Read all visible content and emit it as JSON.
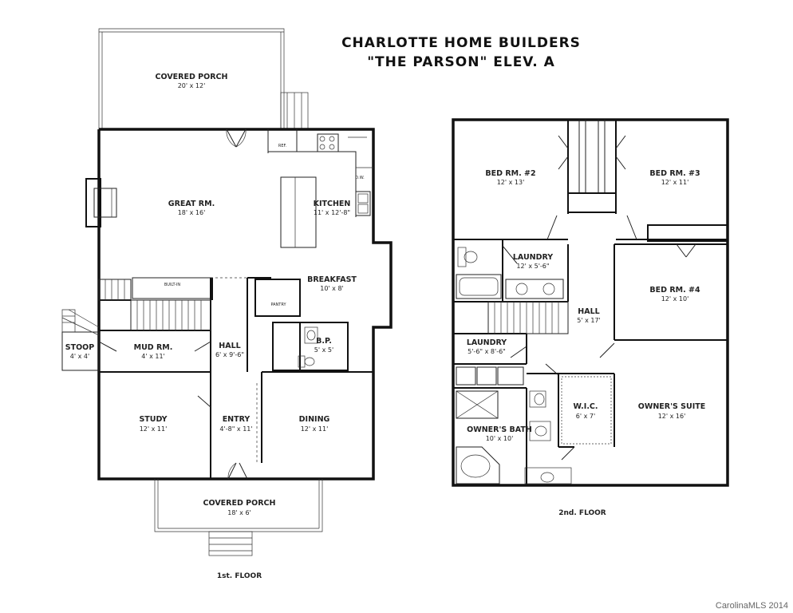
{
  "title": {
    "line1": "CHARLOTTE HOME BUILDERS",
    "line2": "\"THE PARSON\" ELEV. A"
  },
  "first_floor": {
    "label": "1st. FLOOR",
    "rooms": {
      "covered_porch_rear": {
        "name": "COVERED PORCH",
        "dims": "20' x 12'"
      },
      "great_room": {
        "name": "GREAT RM.",
        "dims": "18' x 16'"
      },
      "kitchen": {
        "name": "KITCHEN",
        "dims": "11' x 12'-8\""
      },
      "breakfast": {
        "name": "BREAKFAST",
        "dims": "10' x 8'"
      },
      "pantry": {
        "name": "PANTRY"
      },
      "built_in": {
        "name": "BUILT-IN"
      },
      "hall": {
        "name": "HALL",
        "dims": "6' x 9'-6\""
      },
      "powder": {
        "name": "B.P.",
        "dims": "5' x 5'"
      },
      "mud_room": {
        "name": "MUD RM.",
        "dims": "4' x 11'"
      },
      "stoop": {
        "name": "STOOP",
        "dims": "4' x 4'"
      },
      "study": {
        "name": "STUDY",
        "dims": "12' x 11'"
      },
      "entry": {
        "name": "ENTRY",
        "dims": "4'-8\" x 11'"
      },
      "dining": {
        "name": "DINING",
        "dims": "12' x 11'"
      },
      "covered_porch_front": {
        "name": "COVERED PORCH",
        "dims": "18' x 6'"
      },
      "refrigerator": {
        "name": "REF."
      },
      "dishwasher": {
        "name": "D.W."
      }
    }
  },
  "second_floor": {
    "label": "2nd. FLOOR",
    "rooms": {
      "bed2": {
        "name": "BED RM. #2",
        "dims": "12' x 13'"
      },
      "bed3": {
        "name": "BED RM. #3",
        "dims": "12' x 11'"
      },
      "bed4": {
        "name": "BED RM. #4",
        "dims": "12' x 10'"
      },
      "laundry_upper": {
        "name": "LAUNDRY",
        "dims": "12' x 5'-6\""
      },
      "laundry": {
        "name": "LAUNDRY",
        "dims": "5'-6\" x 8'-6\""
      },
      "hall": {
        "name": "HALL",
        "dims": "5' x 17'"
      },
      "wic": {
        "name": "W.I.C.",
        "dims": "6' x 7'"
      },
      "owners_suite": {
        "name": "OWNER'S SUITE",
        "dims": "12' x 16'"
      },
      "owners_bath": {
        "name": "OWNER'S BATH",
        "dims": "10' x 10'"
      }
    }
  },
  "watermark": "CarolinaMLS 2014"
}
